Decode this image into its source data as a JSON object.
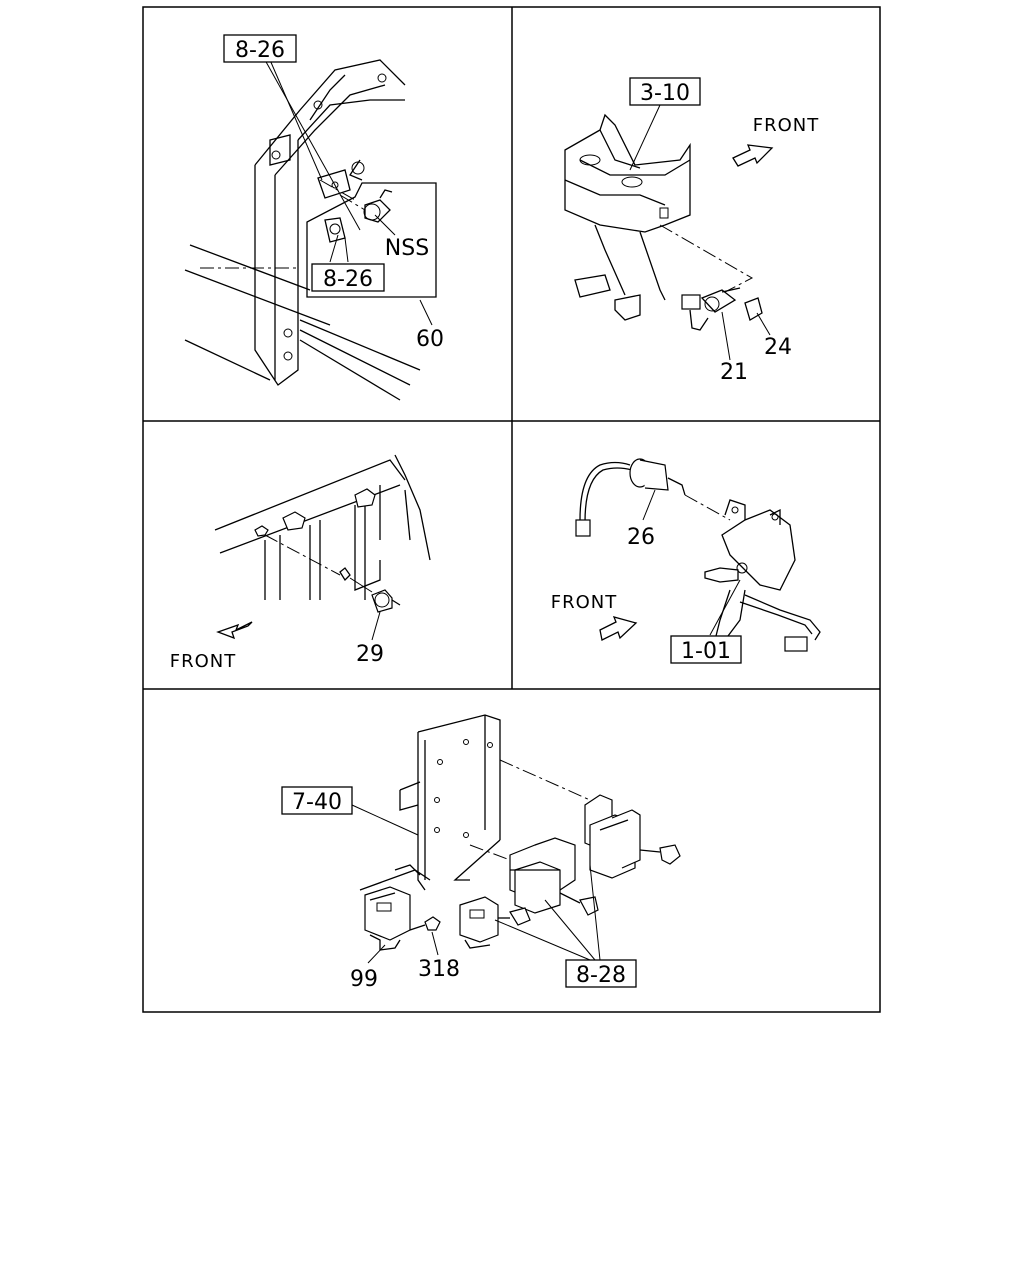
{
  "panels": {
    "tl": {
      "ref_top": "8-26",
      "ref_mid": "8-26",
      "nss": "NSS",
      "part": "60"
    },
    "tr": {
      "ref": "3-10",
      "front": "FRONT",
      "part_a": "24",
      "part_b": "21"
    },
    "ml": {
      "front": "FRONT",
      "part": "29"
    },
    "mr": {
      "part": "26",
      "front": "FRONT",
      "ref": "1-01"
    },
    "bottom": {
      "ref_left": "7-40",
      "part_a": "99",
      "part_b": "318",
      "ref_right": "8-28"
    }
  }
}
